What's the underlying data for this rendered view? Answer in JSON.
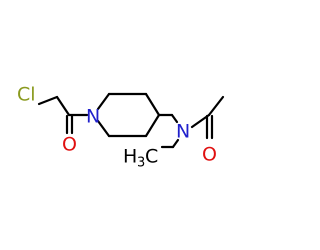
{
  "molecule": {
    "atoms": {
      "chlorine": {
        "label": "Cl",
        "color": "#8a9a1e"
      },
      "ring_nitrogen": {
        "label": "N",
        "color": "#2020cc"
      },
      "oxygen_left": {
        "label": "O",
        "color": "#e01010"
      },
      "amide_nitrogen": {
        "label": "N",
        "color": "#2020cc"
      },
      "oxygen_right": {
        "label": "O",
        "color": "#e01010"
      },
      "methyl": {
        "label": "H",
        "subscript": "3",
        "suffix": "C",
        "color": "#000000"
      }
    },
    "bond_color": "#000000"
  }
}
